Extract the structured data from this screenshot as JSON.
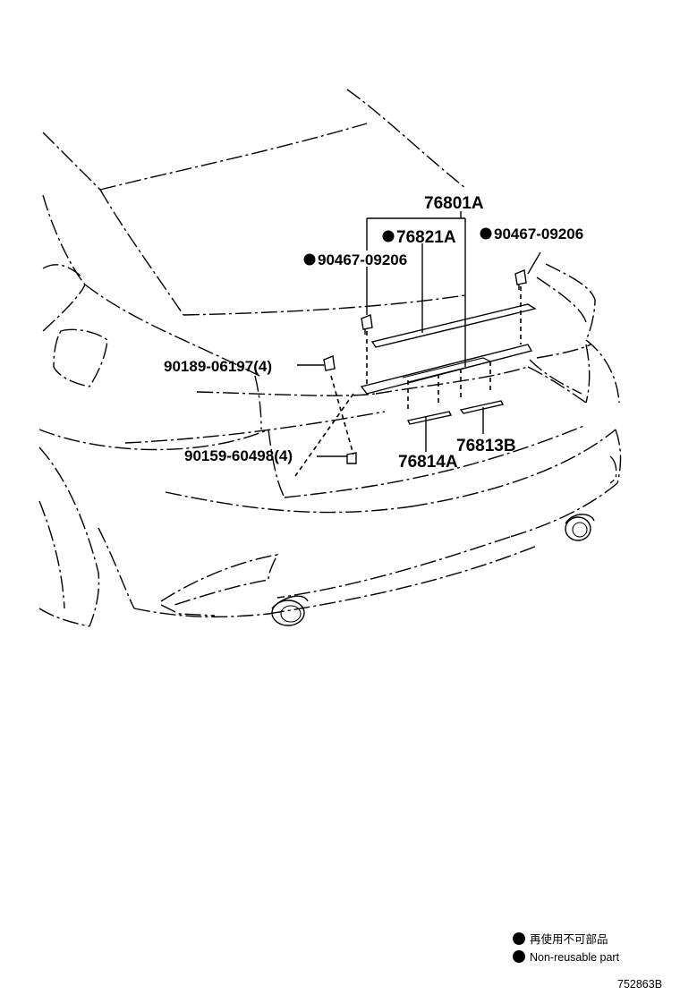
{
  "diagram_code": "752863B",
  "parts": {
    "p76801A": "76801A",
    "p76821A": "76821A",
    "p90467_right": "90467-09206",
    "p90467_left": "90467-09206",
    "p90189": "90189-06197(4)",
    "p90159": "90159-60498(4)",
    "p76813B": "76813B",
    "p76814A": "76814A"
  },
  "legend": {
    "jp": "再使用不可部品",
    "en": "Non-reusable part"
  },
  "colors": {
    "ink": "#000000",
    "background": "#ffffff"
  }
}
